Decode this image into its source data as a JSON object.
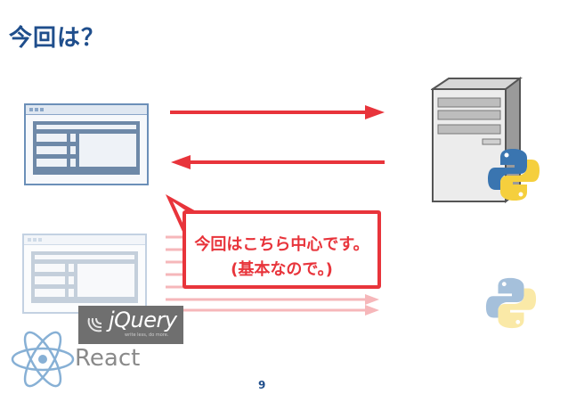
{
  "slide": {
    "title": "今回は？",
    "page_number": "9"
  },
  "callout": {
    "line1": "今回はこちら中心です。",
    "line2": "(基本なので。)"
  },
  "libraries": {
    "jquery_label": "jQuery",
    "jquery_tagline": "write less, do more.",
    "react_label": "React"
  },
  "colors": {
    "title": "#1f4e8c",
    "arrow": "#e8343b",
    "browser_frame": "#6b8fb8",
    "python_blue": "#3a75b0",
    "python_yellow": "#f5cf3d"
  },
  "icons": {
    "server": "server-icon",
    "python": "python-logo-icon",
    "react": "react-logo-icon",
    "jquery": "jquery-logo-icon",
    "browser": "browser-window-icon"
  }
}
